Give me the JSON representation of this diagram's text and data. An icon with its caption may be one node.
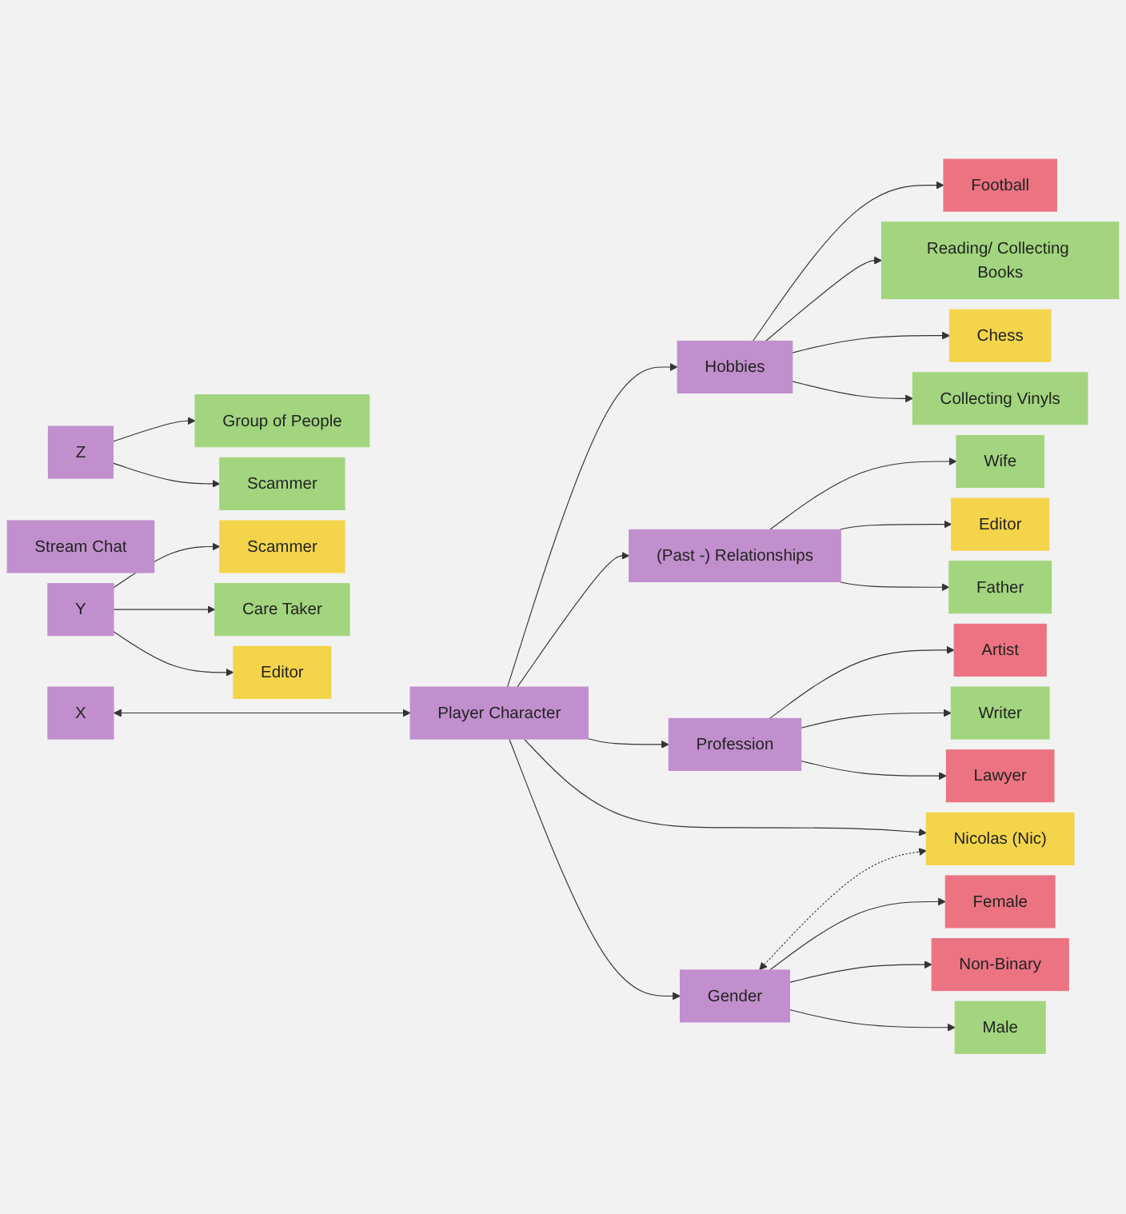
{
  "diagram": {
    "nodes": [
      {
        "text": [
          "Group of People"
        ]
      },
      {
        "text": [
          "Scammer"
        ]
      },
      {
        "text": [
          "Z"
        ]
      },
      {
        "text": [
          "Stream Chat"
        ]
      },
      {
        "text": [
          "Football"
        ]
      },
      {
        "text": [
          "Reading/ Collecting Books"
        ]
      },
      {
        "text": [
          "Chess"
        ]
      },
      {
        "text": [
          "Wife"
        ]
      },
      {
        "text": [
          "Editor"
        ]
      },
      {
        "text": [
          "Collecting Vinyls"
        ]
      },
      {
        "text": [
          "Hobbies"
        ]
      },
      {
        "text": [
          "(Past -) Relationships"
        ]
      },
      {
        "text": [
          "Father"
        ]
      },
      {
        "text": [
          "Scammer"
        ]
      },
      {
        "text": [
          "Artist"
        ]
      },
      {
        "text": [
          "Care Taker"
        ]
      },
      {
        "text": [
          "Y"
        ]
      },
      {
        "text": [
          "X"
        ]
      },
      {
        "text": [
          "Player Character"
        ]
      },
      {
        "text": [
          "Profession"
        ]
      },
      {
        "text": [
          "Writer"
        ]
      },
      {
        "text": [
          "Lawyer"
        ]
      },
      {
        "text": [
          "Editor"
        ]
      },
      {
        "text": [
          "Nicolas (Nic)"
        ]
      },
      {
        "text": [
          "Gender"
        ]
      },
      {
        "text": [
          "Female"
        ]
      },
      {
        "text": [
          "Non-Binary"
        ]
      },
      {
        "text": [
          "Male"
        ]
      }
    ],
    "edges": [
      {
        "from": 2,
        "to": 0,
        "arrow": "to"
      },
      {
        "from": 2,
        "to": 1,
        "arrow": "to"
      },
      {
        "from": 10,
        "to": 4,
        "arrow": "to"
      },
      {
        "from": 10,
        "to": 5,
        "arrow": "to"
      },
      {
        "from": 10,
        "to": 6,
        "arrow": "to"
      },
      {
        "from": 11,
        "to": 7,
        "arrow": "to"
      },
      {
        "from": 11,
        "to": 8,
        "arrow": "to"
      },
      {
        "from": 10,
        "to": 9,
        "arrow": "to"
      },
      {
        "from": 11,
        "to": 12,
        "arrow": "to"
      },
      {
        "from": 16,
        "to": 13,
        "arrow": "to"
      },
      {
        "from": 16,
        "to": 15,
        "arrow": "to"
      },
      {
        "from": 16,
        "to": 22,
        "arrow": "to"
      },
      {
        "from": 17,
        "to": 18,
        "arrow": "both"
      },
      {
        "from": 18,
        "to": 10,
        "arrow": "to"
      },
      {
        "from": 18,
        "to": 11,
        "arrow": "to"
      },
      {
        "from": 18,
        "to": 19,
        "arrow": "to"
      },
      {
        "from": 18,
        "to": 24,
        "arrow": "to"
      },
      {
        "from": 18,
        "to": 23,
        "arrow": "to"
      },
      {
        "from": 19,
        "to": 14,
        "arrow": "to"
      },
      {
        "from": 19,
        "to": 20,
        "arrow": "to"
      },
      {
        "from": 19,
        "to": 21,
        "arrow": "to"
      },
      {
        "from": 24,
        "to": 23,
        "arrow": "both",
        "style": "dashed"
      },
      {
        "from": 24,
        "to": 25,
        "arrow": "to"
      },
      {
        "from": 24,
        "to": 26,
        "arrow": "to"
      },
      {
        "from": 24,
        "to": 27,
        "arrow": "to"
      }
    ]
  }
}
